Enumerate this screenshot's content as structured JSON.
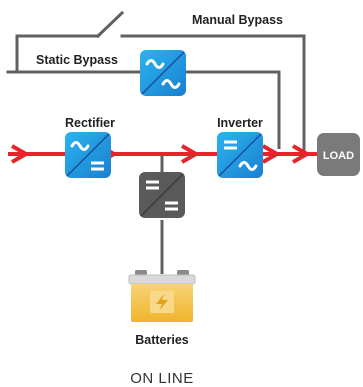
{
  "labels": {
    "manual_bypass": "Manual Bypass",
    "static_bypass": "Static Bypass",
    "rectifier": "Rectifier",
    "inverter": "Inverter",
    "load": "LOAD",
    "batteries": "Batteries",
    "mode": "ON LINE"
  },
  "colors": {
    "power_path": "#e8232a",
    "bypass_line": "#606060",
    "component_blue": "#1ba1e2",
    "component_dark": "#2d5aa8",
    "converter_gray": "#5a5a5a",
    "load_box": "#7a7a7a",
    "battery_yellow": "#f5c342"
  },
  "icons": {
    "static_bypass": "ac-ac-switch-icon",
    "rectifier": "ac-dc-converter-icon",
    "inverter": "dc-ac-converter-icon",
    "dc_converter": "dc-dc-converter-icon",
    "batteries": "battery-icon",
    "arrow": "flow-arrow-icon",
    "manual_switch": "manual-switch-icon"
  }
}
